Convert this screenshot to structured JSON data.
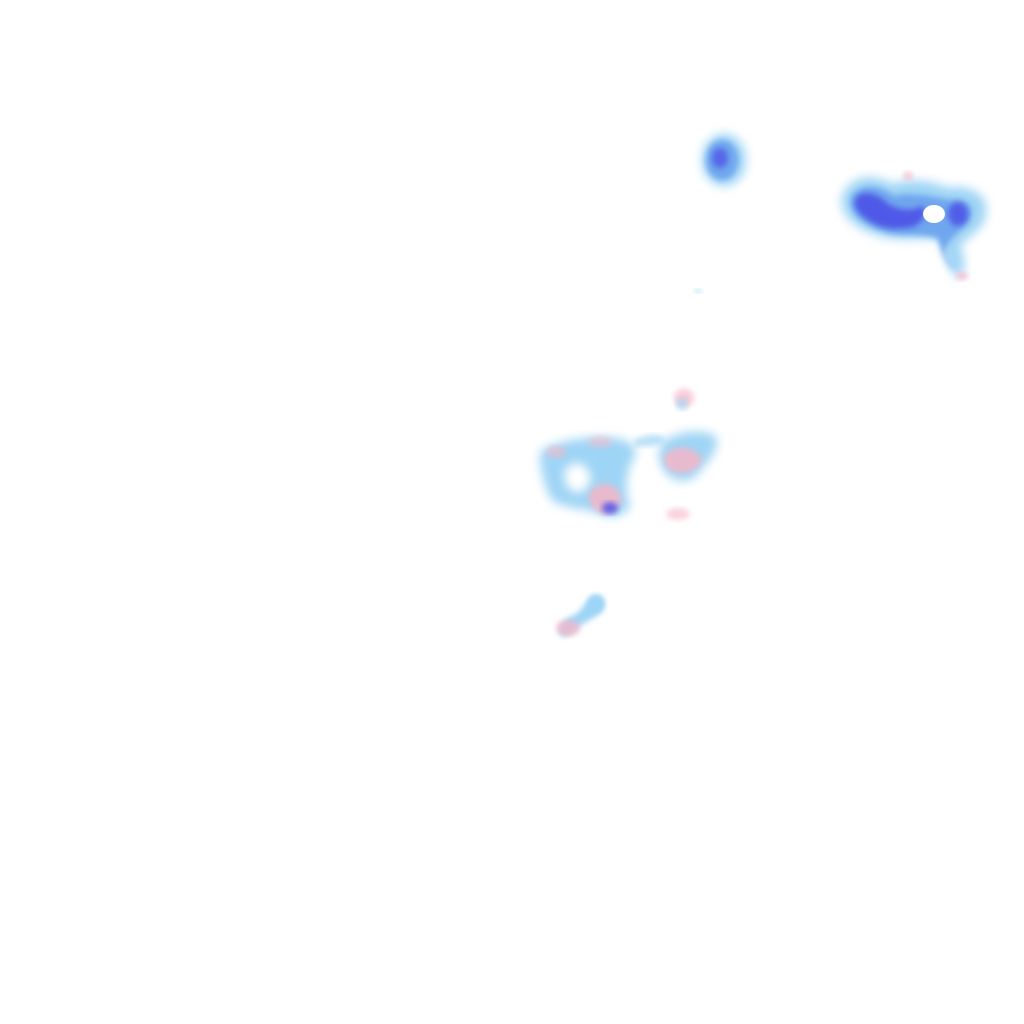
{
  "map": {
    "type": "weather-radar-overlay-tile",
    "background": "#ffffff",
    "labels": [],
    "legend": null,
    "palette": {
      "light_rain": "#9ed4f5",
      "moderate_rain": "#6fa6ee",
      "heavy_rain": "#4a4ee6",
      "mixed_precip": "#f6b6c8"
    },
    "cells": [
      {
        "id": "north-cell",
        "intensity": "heavy_rain"
      },
      {
        "id": "northeast-band",
        "intensity": "heavy_rain"
      },
      {
        "id": "central-cluster",
        "intensity": "mixed_precip"
      },
      {
        "id": "south-cell",
        "intensity": "mixed_precip"
      },
      {
        "id": "speck",
        "intensity": "light_rain"
      }
    ]
  }
}
